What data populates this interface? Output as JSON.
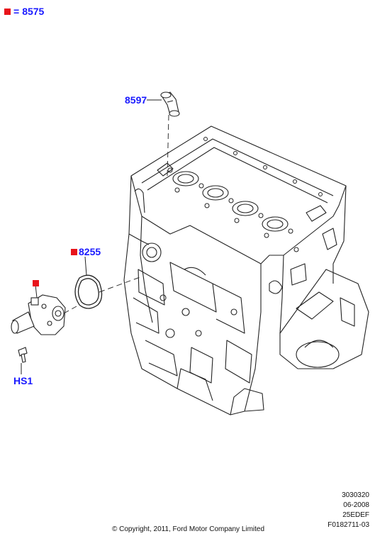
{
  "legend": {
    "symbol": "■",
    "equals": "=",
    "part_number": "8575",
    "color": "#e8141b",
    "text_color": "#1a1aff"
  },
  "callouts": {
    "upper_hose_outlet": "8597",
    "gasket": "8255",
    "bolt": "HS1"
  },
  "icons": {
    "marker": "red-square",
    "parts": [
      "engine-block",
      "thermostat-housing",
      "gasket",
      "bolt",
      "water-outlet-elbow"
    ]
  },
  "codes": [
    "3030320",
    "06-2008",
    "25EDEF",
    "F0182711-03"
  ],
  "copyright": "© Copyright, 2011, Ford Motor Company Limited"
}
